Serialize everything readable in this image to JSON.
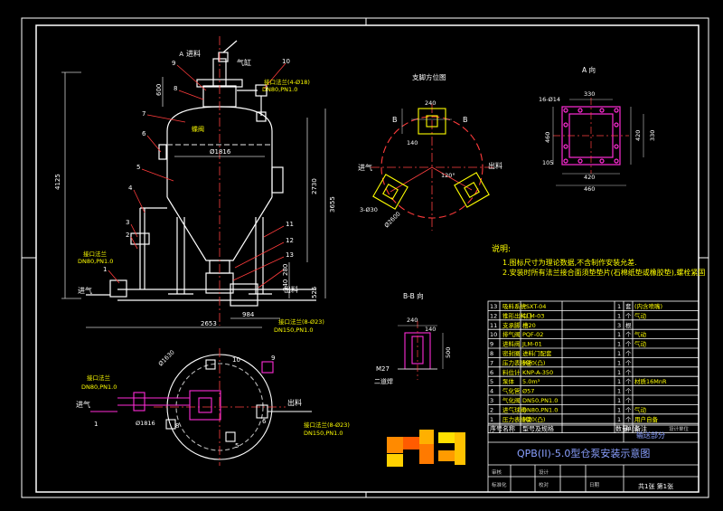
{
  "colors": {
    "background": "#000000",
    "frame": "#ffffff",
    "vessel": "#ffffff",
    "dimension": "#cccccc",
    "leader": "#ff3b3b",
    "highlight": "#ff2bd6",
    "yellow": "#ffff00",
    "green": "#00ff00",
    "cyan": "#00e5ff",
    "title": "#8aa0ff"
  },
  "front_view": {
    "labels": {
      "feed": "进料",
      "cylinder": "气缸",
      "valve": "蝶阀",
      "top_flange": "接口法兰(4-Ø18)",
      "top_flange_spec": "DN80,PN1.0",
      "side_flange": "接口法兰",
      "side_flange_spec": "DN80,PN1.0",
      "bottom_flange": "接口法兰(8-Ø23)",
      "bottom_flange_spec": "DN150,PN1.0",
      "air_in": "进气",
      "discharge": "出料"
    },
    "dims": {
      "diameter": "Ø1816",
      "h_4125": "4125",
      "h_3655": "3655",
      "h_2730": "2730",
      "h_600": "600",
      "h_280": "280",
      "h_340": "340",
      "h_525": "525",
      "w_2653": "2653",
      "w_984": "984"
    },
    "items": [
      "9",
      "A",
      "8",
      "7",
      "6",
      "5",
      "4",
      "3",
      "2",
      "1",
      "10",
      "11",
      "12",
      "13"
    ]
  },
  "support_view": {
    "title": "支脚方位图",
    "dims": {
      "d240": "240",
      "d140": "140",
      "d2600": "Ø2600",
      "d3120": "3-Ø30",
      "angle": "120°"
    },
    "markers": {
      "b1": "B",
      "b2": "B"
    },
    "air_in": "进气",
    "discharge": "出料"
  },
  "a_view": {
    "title": "A 向",
    "dims": {
      "holes": "16-Ø14",
      "w330": "330",
      "w420": "420",
      "w460": "460",
      "h330": "330",
      "h420": "420",
      "h460": "460",
      "h105": "105"
    }
  },
  "b_view": {
    "title": "B-B 向",
    "dims": {
      "d240": "240",
      "d140": "140",
      "h500": "500",
      "bolt": "M27",
      "weld": "二道焊"
    }
  },
  "top_view": {
    "labels": {
      "side_flange": "接口法兰",
      "side_flange_spec": "DN80,PN1.0",
      "air_in": "进气",
      "discharge": "出料",
      "bottom_flange": "接口法兰(8-Ø23)",
      "bottom_flange_spec": "DN150,PN1.0"
    },
    "dims": {
      "d1816": "Ø1816",
      "d1630": "Ø1630"
    },
    "items": [
      "9",
      "1",
      "8",
      "10",
      "5",
      "6"
    ]
  },
  "notes": {
    "heading": "说明:",
    "lines": [
      "1.图标尺寸为理论数据,不含制作安装允差.",
      "2.安装时所有法兰接合面须垫垫片(石棉纸垫或橡胶垫),螺栓紧固"
    ]
  },
  "bom": {
    "rows": [
      [
        "13",
        "吸料系统",
        "PSXT-04",
        "1",
        "套",
        "(内含喷嘴)"
      ],
      [
        "12",
        "锥形出料门",
        "CLM-03",
        "1",
        "个",
        "气动"
      ],
      [
        "11",
        "支承脚",
        "槽20",
        "3",
        "根",
        ""
      ],
      [
        "10",
        "排气阀",
        "PQF-02",
        "1",
        "个",
        "气动"
      ],
      [
        "9",
        "进料阀",
        "JLM-01",
        "1",
        "个",
        "气动"
      ],
      [
        "8",
        "密封圈",
        "进料门配套",
        "1",
        "个",
        ""
      ],
      [
        "7",
        "压力表接管",
        "M20(凸)",
        "1",
        "个",
        ""
      ],
      [
        "6",
        "料位计",
        "KNP-A-350",
        "1",
        "个",
        ""
      ],
      [
        "5",
        "泵体",
        "5.0m³",
        "1",
        "个",
        "材质16MnR"
      ],
      [
        "4",
        "气化管",
        "Ø57",
        "1",
        "个",
        ""
      ],
      [
        "3",
        "气化阀",
        "DN50,PN1.0",
        "1",
        "个",
        ""
      ],
      [
        "2",
        "进气球阀",
        "DN80,PN1.0",
        "1",
        "个",
        "气动"
      ],
      [
        "1",
        "压力表接管",
        "M20(凸)",
        "1",
        "个",
        "用户自备"
      ]
    ],
    "header": [
      "序号",
      "名称",
      "型号及规格",
      "数量",
      "单位",
      "备注"
    ]
  },
  "title_block": {
    "title": "QPB(II)-5.0型仓泵安装示意图",
    "dept": "输送部分",
    "design_unit": "设计单位",
    "sheet": "共1张  第1张",
    "cells": [
      "审核",
      "标准化",
      "设计",
      "校对",
      "日期"
    ]
  }
}
